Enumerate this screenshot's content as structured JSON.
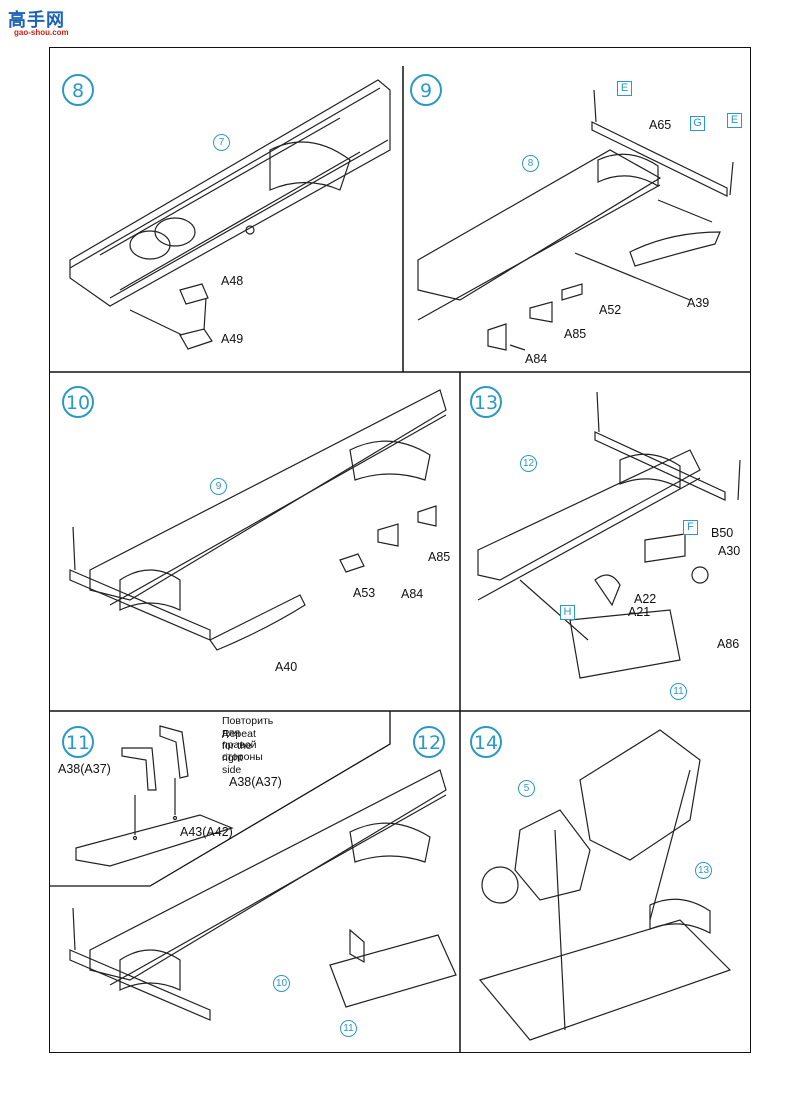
{
  "logo": {
    "title": "高手网",
    "url": "gao-shou.com"
  },
  "colors": {
    "accent": "#2a98c8",
    "line": "#111111"
  },
  "steps": [
    {
      "number": "8",
      "parts": [
        "A48",
        "A49"
      ],
      "ref": "7"
    },
    {
      "number": "9",
      "parts": [
        "A65",
        "A52",
        "A39",
        "A85",
        "A84"
      ],
      "ref": "8",
      "callouts": [
        "E",
        "G",
        "E"
      ]
    },
    {
      "number": "10",
      "parts": [
        "A85",
        "A53",
        "A84",
        "A40"
      ],
      "ref": "9"
    },
    {
      "number": "13",
      "parts": [
        "B50",
        "A30",
        "A22",
        "A21",
        "A86"
      ],
      "ref": "12",
      "ref2": "11",
      "callouts": [
        "F",
        "H"
      ]
    },
    {
      "number": "11",
      "parts": [
        "A38(A37)",
        "A38(A37)",
        "A43(A42)"
      ],
      "note_ru": "Повторить для правой стороны",
      "note_en": "Repeat  for the right side"
    },
    {
      "number": "12",
      "ref": "10",
      "ref2": "11"
    },
    {
      "number": "14",
      "ref": "5",
      "ref2": "13"
    }
  ]
}
